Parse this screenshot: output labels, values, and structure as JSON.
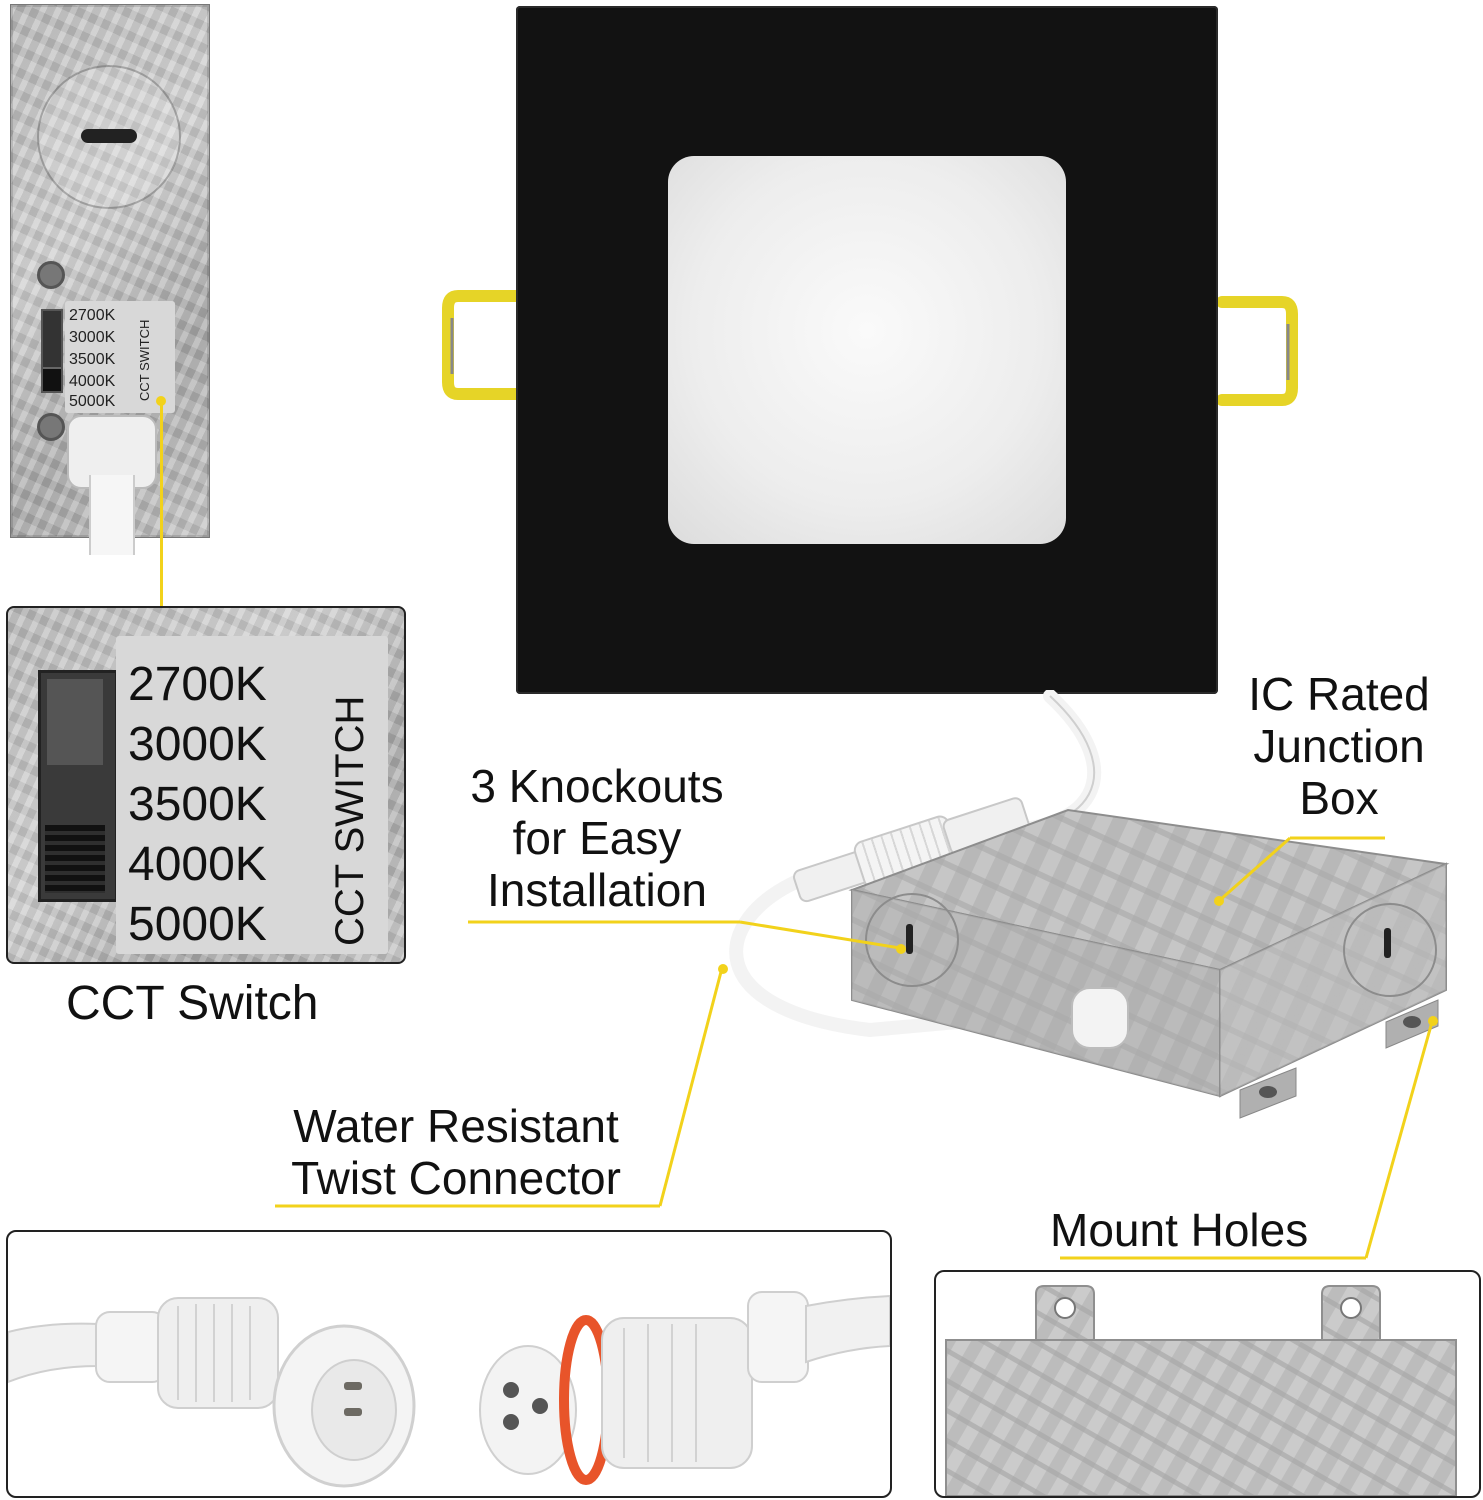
{
  "cct_switch": {
    "options": [
      "2700K",
      "3000K",
      "3500K",
      "4000K",
      "5000K"
    ],
    "switch_label": "CCT SWITCH",
    "caption": "CCT Switch"
  },
  "callouts": {
    "ic_rated": [
      "IC Rated",
      "Junction",
      "Box"
    ],
    "knockouts": [
      "3 Knockouts",
      "for Easy",
      "Installation"
    ],
    "connector": [
      "Water Resistant",
      "Twist Connector"
    ],
    "mount_holes": "Mount Holes"
  },
  "colors": {
    "accent_yellow": "#f2d21b",
    "fixture_black": "#111111",
    "lens_white": "#f2f2f2",
    "connector_orange": "#e8542a"
  }
}
